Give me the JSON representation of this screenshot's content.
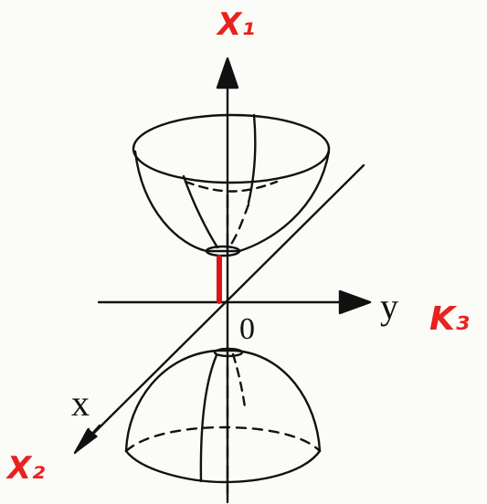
{
  "labels": {
    "y": "y",
    "x": "x",
    "origin": "0",
    "x1": "X₁",
    "x2": "X₂",
    "x3": "K₃"
  },
  "colors": {
    "ink": "#111111",
    "annotation": "#e8231f",
    "highlight": "#d9141a"
  }
}
